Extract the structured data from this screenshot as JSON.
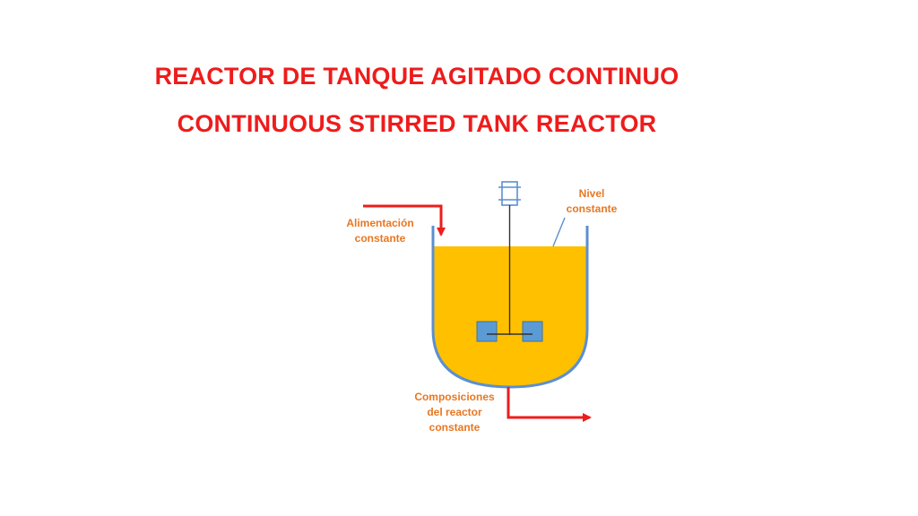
{
  "titles": {
    "spanish": "REACTOR DE TANQUE AGITADO CONTINUO",
    "english": "CONTINUOUS STIRRED TANK REACTOR"
  },
  "labels": {
    "feed": [
      "Alimentación",
      "constante"
    ],
    "level": [
      "Nivel",
      "constante"
    ],
    "outlet": [
      "Composiciones",
      "del reactor",
      "constante"
    ]
  },
  "colors": {
    "title": "#ee1c1c",
    "label": "#e87722",
    "liquid": "#ffc000",
    "vessel_wall": "#5b8fd0",
    "impeller": "#5b9bd5",
    "arrows": "#ee1c1c"
  }
}
